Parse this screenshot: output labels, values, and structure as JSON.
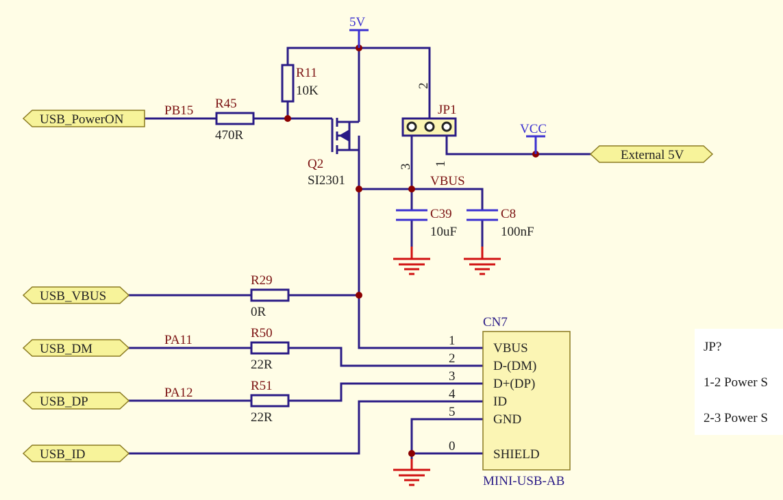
{
  "nets": {
    "power_5v": "5V",
    "vcc": "VCC",
    "vbus": "VBUS",
    "pb15": "PB15",
    "pa11": "PA11",
    "pa12": "PA12"
  },
  "ports": {
    "usb_poweron": "USB_PowerON",
    "usb_vbus": "USB_VBUS",
    "usb_dm": "USB_DM",
    "usb_dp": "USB_DP",
    "usb_id": "USB_ID",
    "external_5v": "External 5V"
  },
  "components": {
    "r11": {
      "ref": "R11",
      "value": "10K"
    },
    "r45": {
      "ref": "R45",
      "value": "470R"
    },
    "q2": {
      "ref": "Q2",
      "value": "SI2301"
    },
    "jp1": {
      "ref": "JP1",
      "pin1": "1",
      "pin2": "2",
      "pin3": "3"
    },
    "c39": {
      "ref": "C39",
      "value": "10uF"
    },
    "c8": {
      "ref": "C8",
      "value": "100nF"
    },
    "r29": {
      "ref": "R29",
      "value": "0R"
    },
    "r50": {
      "ref": "R50",
      "value": "22R"
    },
    "r51": {
      "ref": "R51",
      "value": "22R"
    },
    "cn7": {
      "ref": "CN7",
      "value": "MINI-USB-AB",
      "pins": [
        {
          "num": "1",
          "name": "VBUS"
        },
        {
          "num": "2",
          "name": "D-(DM)"
        },
        {
          "num": "3",
          "name": "D+(DP)"
        },
        {
          "num": "4",
          "name": "ID"
        },
        {
          "num": "5",
          "name": "GND"
        },
        {
          "num": "0",
          "name": "SHIELD"
        }
      ]
    }
  },
  "legend": {
    "title": "JP?",
    "line1": "1-2  Power S",
    "line2": "2-3   Power S"
  },
  "colors": {
    "background": "#fffde6",
    "wire": "#2a1b86",
    "net_label": "#7a1010",
    "ground": "#d01010",
    "port_fill": "#f7f39a"
  }
}
